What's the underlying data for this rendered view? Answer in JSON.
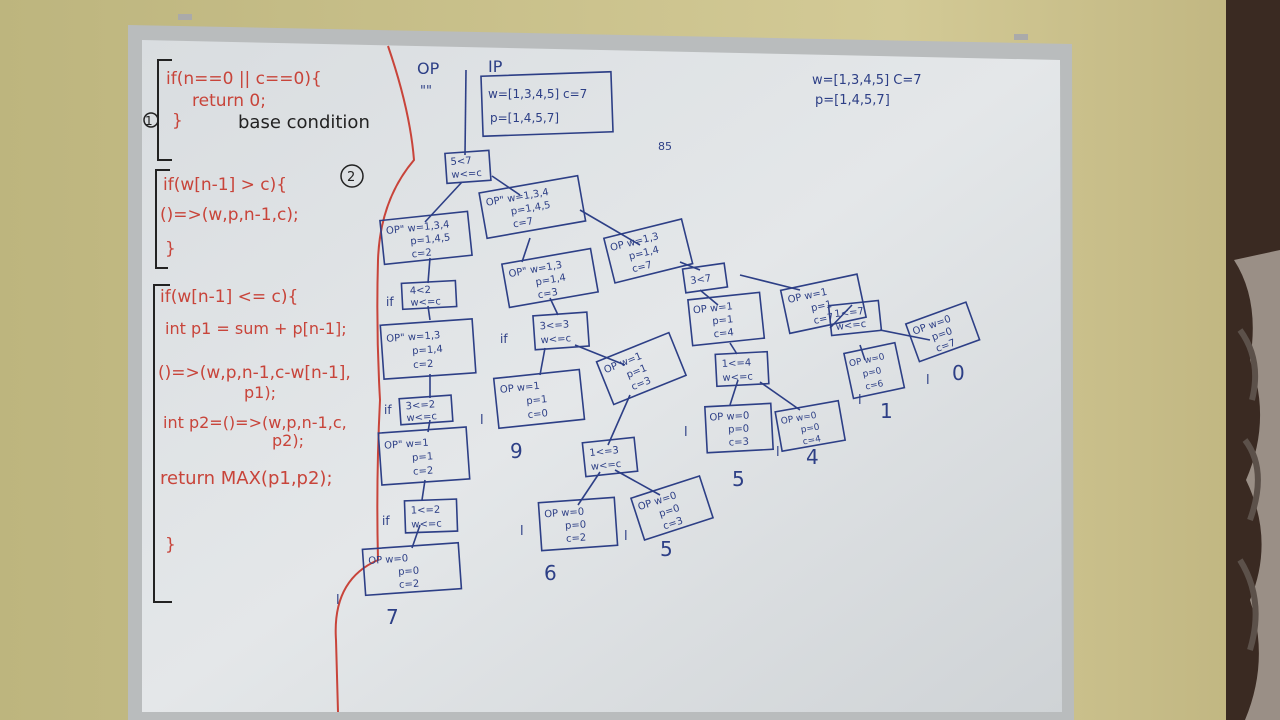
{
  "code": {
    "markers": [
      "1",
      "2"
    ],
    "lines": [
      "if(n==0 || c==0){",
      "return 0;",
      "}",
      "base condition",
      "if(w[n-1] > c){",
      "()=>(w,p,n-1,c);",
      "}",
      "if(w[n-1] <= c){",
      "int p1 = sum + p[n-1];",
      "()=>(w,p,n-1,c-w[n-1],",
      "p1);",
      "int p2=()=>(w,p,n-1,c,",
      "p2);",
      "return MAX(p1,p2);",
      "}"
    ]
  },
  "header": {
    "op": "OP",
    "ip": "IP",
    "quotes": "\"\"",
    "input_w": "w=[1,3,4,5] c=7",
    "input_p": "p=[1,4,5,7]",
    "stray": "85"
  },
  "corner": {
    "w": "w=[1,3,4,5] C=7",
    "p": "p=[1,4,5,7]"
  },
  "nodes": [
    {
      "l1": "5<7",
      "l2": "w<=c"
    },
    {
      "l1": "OP\" w=1,3,4",
      "l2": "p=1,4,5",
      "l3": "c=7"
    },
    {
      "l1": "OP\" w=1,3,4",
      "l2": "p=1,4,5",
      "l3": "c=2"
    },
    {
      "l1": "OP w=1,3",
      "l2": "p=1,4",
      "l3": "c=7"
    },
    {
      "l1": "4<2",
      "l2": "w<=c"
    },
    {
      "l1": "OP\" w=1,3",
      "l2": "p=1,4",
      "l3": "c=3"
    },
    {
      "l1": "3<7",
      "l2": ""
    },
    {
      "l1": "OP w=1",
      "l2": "p=1",
      "l3": "c=7"
    },
    {
      "l1": "OP\" w=1,3",
      "l2": "p=1,4",
      "l3": "c=2"
    },
    {
      "l1": "3<=3",
      "l2": "w<=c"
    },
    {
      "l1": "OP w=1",
      "l2": "p=1",
      "l3": "c=4"
    },
    {
      "l1": "1<=7",
      "l2": "w<=c"
    },
    {
      "l1": "OP w=1",
      "l2": "p=1",
      "l3": "c=3"
    },
    {
      "l1": "OP w=1",
      "l2": "p=1",
      "l3": "c=0"
    },
    {
      "l1": "1<=4",
      "l2": "w<=c"
    },
    {
      "l1": "OP w=0",
      "l2": "p=0",
      "l3": "c=7"
    },
    {
      "l1": "3<=2",
      "l2": "w<=c"
    },
    {
      "l1": "OP w=0",
      "l2": "p=0",
      "l3": "c=6"
    },
    {
      "l1": "OP\" w=1",
      "l2": "p=1",
      "l3": "c=2"
    },
    {
      "l1": "1<=3",
      "l2": "w<=c"
    },
    {
      "l1": "OP w=0",
      "l2": "p=0",
      "l3": "c=3"
    },
    {
      "l1": "OP w=0",
      "l2": "p=0",
      "l3": "c=4"
    },
    {
      "l1": "1<=2",
      "l2": "w<=c"
    },
    {
      "l1": "OP w=0",
      "l2": "p=0",
      "l3": "c=2"
    },
    {
      "l1": "OP w=0",
      "l2": "p=0",
      "l3": "c=3"
    },
    {
      "l1": "OP w=0",
      "l2": "p=0",
      "l3": "c=2"
    }
  ],
  "marks": {
    "if": "if",
    "one": "1",
    "zero": "0",
    "l": "l"
  },
  "results": [
    "7",
    "9",
    "6",
    "5",
    "5",
    "4",
    "1",
    "0"
  ]
}
